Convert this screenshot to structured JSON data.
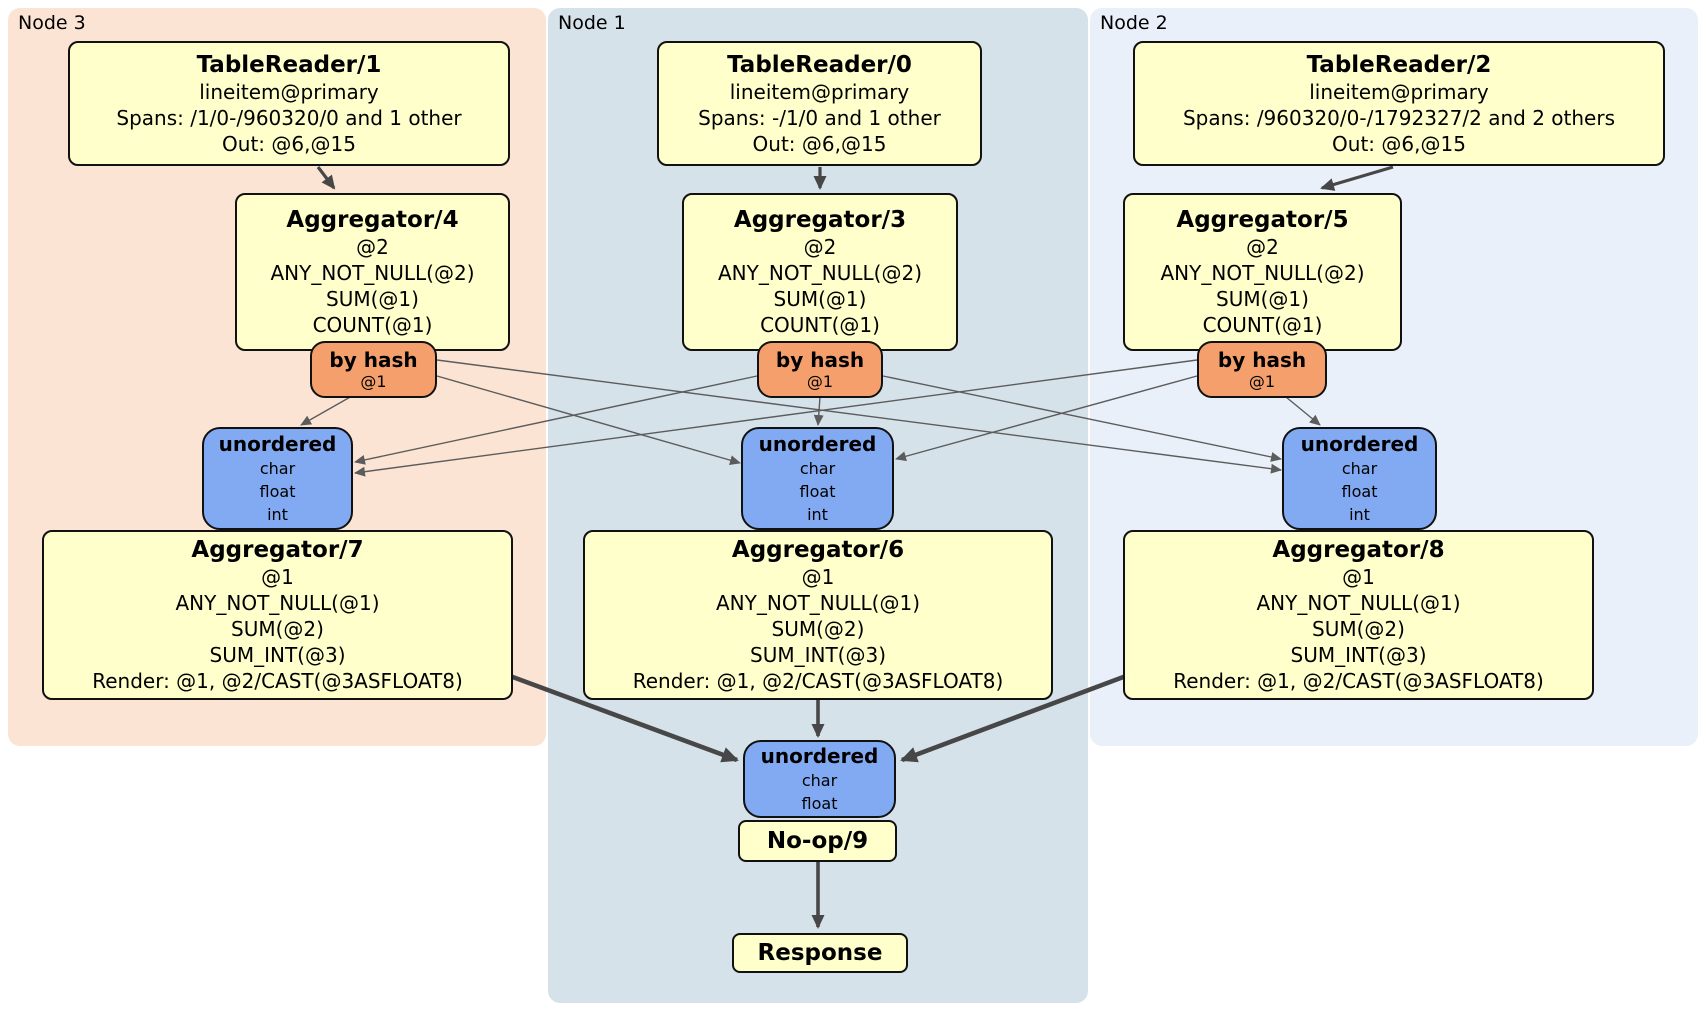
{
  "panels": [
    {
      "label": "Node 3",
      "table_reader": {
        "title": "TableReader/1",
        "rows": [
          "lineitem@primary",
          "Spans: /1/0-/960320/0 and 1 other",
          "Out: @6,@15"
        ]
      },
      "aggregator": {
        "title": "Aggregator/4",
        "rows": [
          "@2",
          "ANY_NOT_NULL(@2)",
          "SUM(@1)",
          "COUNT(@1)"
        ]
      },
      "router": {
        "title": "by hash",
        "subtitle": "@1"
      },
      "sync": {
        "title": "unordered",
        "rows": [
          "char",
          "float",
          "int"
        ]
      },
      "aggregator2": {
        "title": "Aggregator/7",
        "rows": [
          "@1",
          "ANY_NOT_NULL(@1)",
          "SUM(@2)",
          "SUM_INT(@3)",
          "Render: @1, @2/CAST(@3ASFLOAT8)"
        ]
      }
    },
    {
      "label": "Node 1",
      "table_reader": {
        "title": "TableReader/0",
        "rows": [
          "lineitem@primary",
          "Spans: -/1/0 and 1 other",
          "Out: @6,@15"
        ]
      },
      "aggregator": {
        "title": "Aggregator/3",
        "rows": [
          "@2",
          "ANY_NOT_NULL(@2)",
          "SUM(@1)",
          "COUNT(@1)"
        ]
      },
      "router": {
        "title": "by hash",
        "subtitle": "@1"
      },
      "sync": {
        "title": "unordered",
        "rows": [
          "char",
          "float",
          "int"
        ]
      },
      "aggregator2": {
        "title": "Aggregator/6",
        "rows": [
          "@1",
          "ANY_NOT_NULL(@1)",
          "SUM(@2)",
          "SUM_INT(@3)",
          "Render: @1, @2/CAST(@3ASFLOAT8)"
        ]
      }
    },
    {
      "label": "Node 2",
      "table_reader": {
        "title": "TableReader/2",
        "rows": [
          "lineitem@primary",
          "Spans: /960320/0-/1792327/2 and 2 others",
          "Out: @6,@15"
        ]
      },
      "aggregator": {
        "title": "Aggregator/5",
        "rows": [
          "@2",
          "ANY_NOT_NULL(@2)",
          "SUM(@1)",
          "COUNT(@1)"
        ]
      },
      "router": {
        "title": "by hash",
        "subtitle": "@1"
      },
      "sync": {
        "title": "unordered",
        "rows": [
          "char",
          "float",
          "int"
        ]
      },
      "aggregator2": {
        "title": "Aggregator/8",
        "rows": [
          "@1",
          "ANY_NOT_NULL(@1)",
          "SUM(@2)",
          "SUM_INT(@3)",
          "Render: @1, @2/CAST(@3ASFLOAT8)"
        ]
      }
    }
  ],
  "output": {
    "sync": {
      "title": "unordered",
      "rows": [
        "char",
        "float"
      ]
    },
    "noop": "No-op/9",
    "response": "Response"
  },
  "colors": {
    "node3_bg": "#fce4d5",
    "node1_bg": "#d6e2ea",
    "node2_bg": "#eaf0fa",
    "processor_bg": "#ffffcb",
    "router_bg": "#f5a06c",
    "sync_bg": "#82aaf2",
    "edge_thin": "#5c5c5c",
    "edge_thick": "#474747"
  }
}
